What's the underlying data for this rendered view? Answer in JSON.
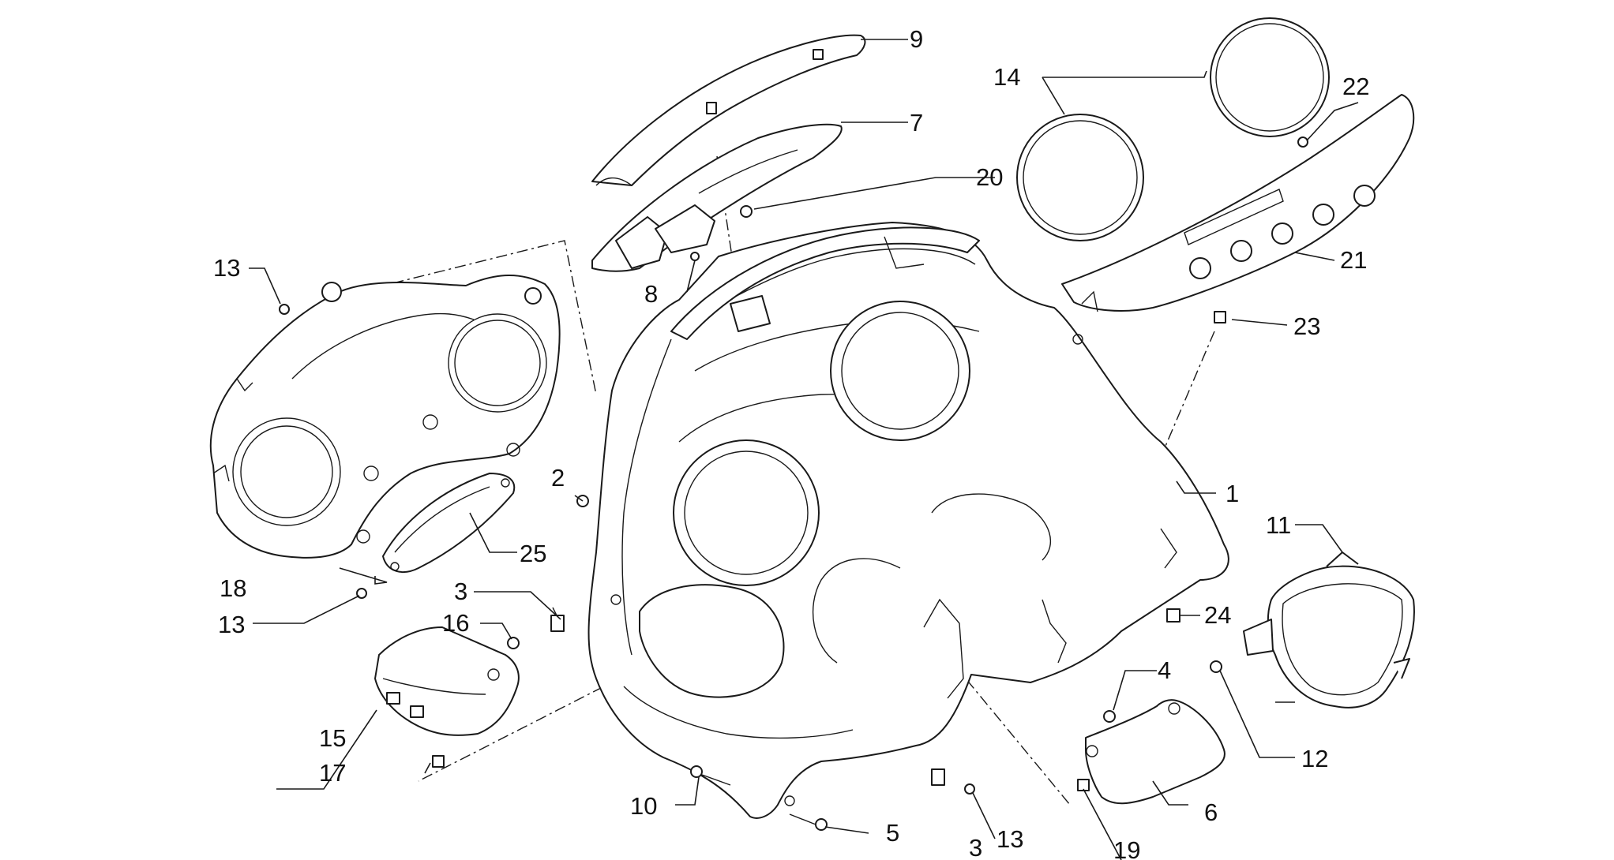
{
  "callouts": {
    "c1": "1",
    "c2": "2",
    "c3a": "3",
    "c3b": "3",
    "c4": "4",
    "c5": "5",
    "c6": "6",
    "c7": "7",
    "c8": "8",
    "c9": "9",
    "c10": "10",
    "c11": "11",
    "c12": "12",
    "c13a": "13",
    "c13b": "13",
    "c13c": "13",
    "c14": "14",
    "c15": "15",
    "c16": "16",
    "c17": "17",
    "c18": "18",
    "c19": "19",
    "c20": "20",
    "c21": "21",
    "c22": "22",
    "c23": "23",
    "c24": "24",
    "c25": "25"
  }
}
